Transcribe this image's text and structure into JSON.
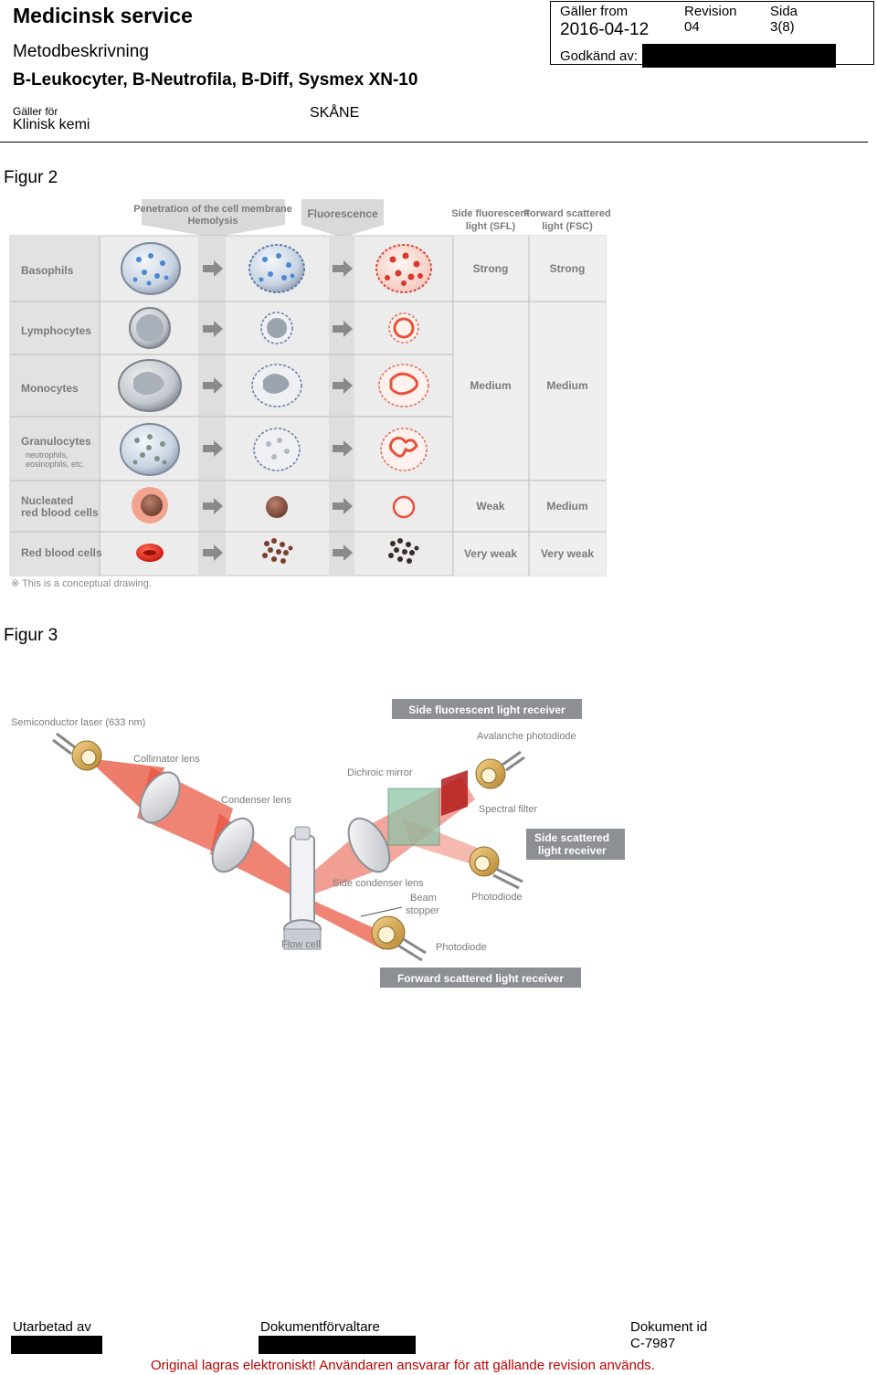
{
  "header": {
    "title": "Medicinsk service",
    "subtitle": "Metodbeskrivning",
    "document_name": "B-Leukocyter, B-Neutrofila, B-Diff, Sysmex XN-10",
    "applies_for_label": "Gäller för",
    "applies_for_value": "Klinisk kemi",
    "region": "SKÅNE",
    "valid_from_label": "Gäller from",
    "valid_from_value": "2016-04-12",
    "revision_label": "Revision",
    "revision_value": "04",
    "page_label": "Sida",
    "page_value": "3(8)",
    "approved_label": "Godkänd av:"
  },
  "figure2": {
    "label": "Figur 2",
    "col_header_penetration": "Penetration of the cell membrane",
    "col_header_hemolysis": "Hemolysis",
    "col_header_fluorescence": "Fluorescence",
    "col_header_sfl_1": "Side fluorescent",
    "col_header_sfl_2": "light (SFL)",
    "col_header_fsc_1": "Forward scattered",
    "col_header_fsc_2": "light (FSC)",
    "rows": [
      {
        "name": "Basophils",
        "sfl": "Strong",
        "fsc": "Strong"
      },
      {
        "name": "Lymphocytes",
        "sfl": "",
        "fsc": ""
      },
      {
        "name": "Monocytes",
        "sfl": "Medium",
        "fsc": "Medium"
      },
      {
        "name": "Granulocytes",
        "name_note_1": "neutrophils,",
        "name_note_2": "eosinophils, etc.",
        "sfl": "",
        "fsc": ""
      },
      {
        "name_1": "Nucleated",
        "name_2": "red blood cells",
        "sfl": "Weak",
        "fsc": "Medium"
      },
      {
        "name": "Red blood cells",
        "sfl": "Very weak",
        "fsc": "Very weak"
      }
    ],
    "note": "※ This is a conceptual drawing."
  },
  "figure3": {
    "label": "Figur 3",
    "laser": "Semiconductor laser (633 nm)",
    "collimator": "Collimator lens",
    "condenser": "Condenser lens",
    "dichroic": "Dichroic mirror",
    "sfl_receiver": "Side fluorescent light receiver",
    "avalanche": "Avalanche photodiode",
    "spectral": "Spectral filter",
    "ssc_receiver_1": "Side scattered",
    "ssc_receiver_2": "light receiver",
    "side_condenser": "Side condenser lens",
    "beam_stopper_1": "Beam",
    "beam_stopper_2": "stopper",
    "photodiode_side": "Photodiode",
    "photodiode_fwd": "Photodiode",
    "flow_cell": "Flow cell",
    "fsc_receiver": "Forward scattered light receiver"
  },
  "footer": {
    "prepared_by_label": "Utarbetad av",
    "doc_manager_label": "Dokumentförvaltare",
    "doc_id_label": "Dokument id",
    "doc_id_value": "C-7987",
    "note": "Original lagras elektroniskt! Användaren ansvarar för att gällande revision används."
  },
  "colors": {
    "accent_red": "#c00000",
    "laser_red": "#e8503a",
    "label_gray": "#7a7a7a",
    "table_bg": "#ececec"
  }
}
